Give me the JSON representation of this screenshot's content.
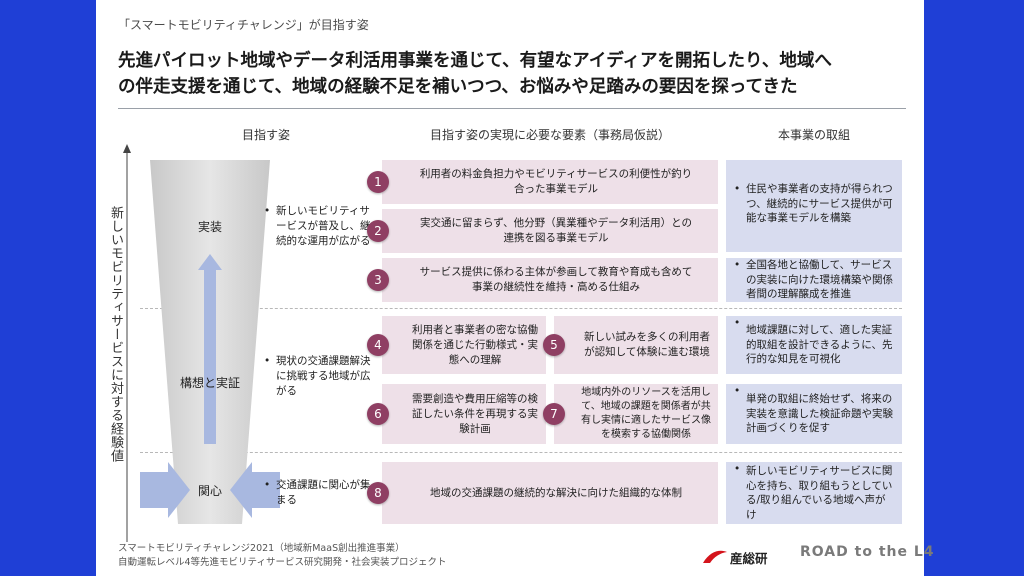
{
  "header": {
    "subtitle": "「スマートモビリティチャレンジ」が目指す姿",
    "title_line1": "先進パイロット地域やデータ利活用事業を通じて、有望なアイディアを開拓したり、地域へ",
    "title_line2": "の伴走支援を通じて、地域の経験不足を補いつつ、お悩みや足踏みの要因を探ってきた"
  },
  "columns": {
    "goal": "目指す姿",
    "elements": "目指す姿の実現に必要な要素（事務局仮説）",
    "efforts": "本事業の取組"
  },
  "y_axis_label": "新しいモビリティサービスに対する経験値",
  "stages": {
    "implementation": "実装",
    "concept": "構想と実証",
    "interest": "関心"
  },
  "bullets": {
    "implementation": "新しいモビリティサービスが普及し、継続的な運用が広がる",
    "concept": "現状の交通課題解決に挑戦する地域が広がる",
    "interest": "交通課題に関心が集まる"
  },
  "elements": [
    {
      "num": "1",
      "text": "利用者の料金負担力やモビリティサービスの利便性が釣り合った事業モデル"
    },
    {
      "num": "2",
      "text": "実交通に留まらず、他分野（異業種やデータ利活用）との連携を図る事業モデル"
    },
    {
      "num": "3",
      "text": "サービス提供に係わる主体が参画して教育や育成も含めて事業の継続性を維持・高める仕組み"
    },
    {
      "num": "4",
      "text": "利用者と事業者の密な協働関係を通じた行動様式・実態への理解"
    },
    {
      "num": "5",
      "text": "新しい試みを多くの利用者が認知して体験に進む環境"
    },
    {
      "num": "6",
      "text": "需要創造や費用圧縮等の検証したい条件を再現する実験計画"
    },
    {
      "num": "7",
      "text": "地域内外のリソースを活用して、地域の課題を関係者が共有し実情に適したサービス像を模索する協働関係"
    },
    {
      "num": "8",
      "text": "地域の交通課題の継続的な解決に向けた組織的な体制"
    }
  ],
  "efforts": [
    "住民や事業者の支持が得られつつ、継続的にサービス提供が可能な事業モデルを構築",
    "全国各地と協働して、サービスの実装に向けた環境構築や関係者間の理解醸成を推進",
    "地域課題に対して、適した実証的取組を設計できるように、先行的な知見を可視化",
    "単発の取組に終始せず、将来の実装を意識した検証命題や実験計画づくりを促す",
    "新しいモビリティサービスに関心を持ち、取り組もうとしている/取り組んでいる地域へ声がけ"
  ],
  "footer": {
    "line1": "スマートモビリティチャレンジ2021（地域新MaaS創出推進事業）",
    "line2": "自動運転レベル4等先進モビリティサービス研究開発・社会実装プロジェクト"
  },
  "logos": {
    "aist": "産総研",
    "road": "ROAD to the L4"
  },
  "colors": {
    "background": "#1f3fd6",
    "number_badge": "#8f3f63",
    "pink_box": "#eee0e8",
    "blue_box": "#d8dcef",
    "arrow": "#a8b8e0"
  }
}
